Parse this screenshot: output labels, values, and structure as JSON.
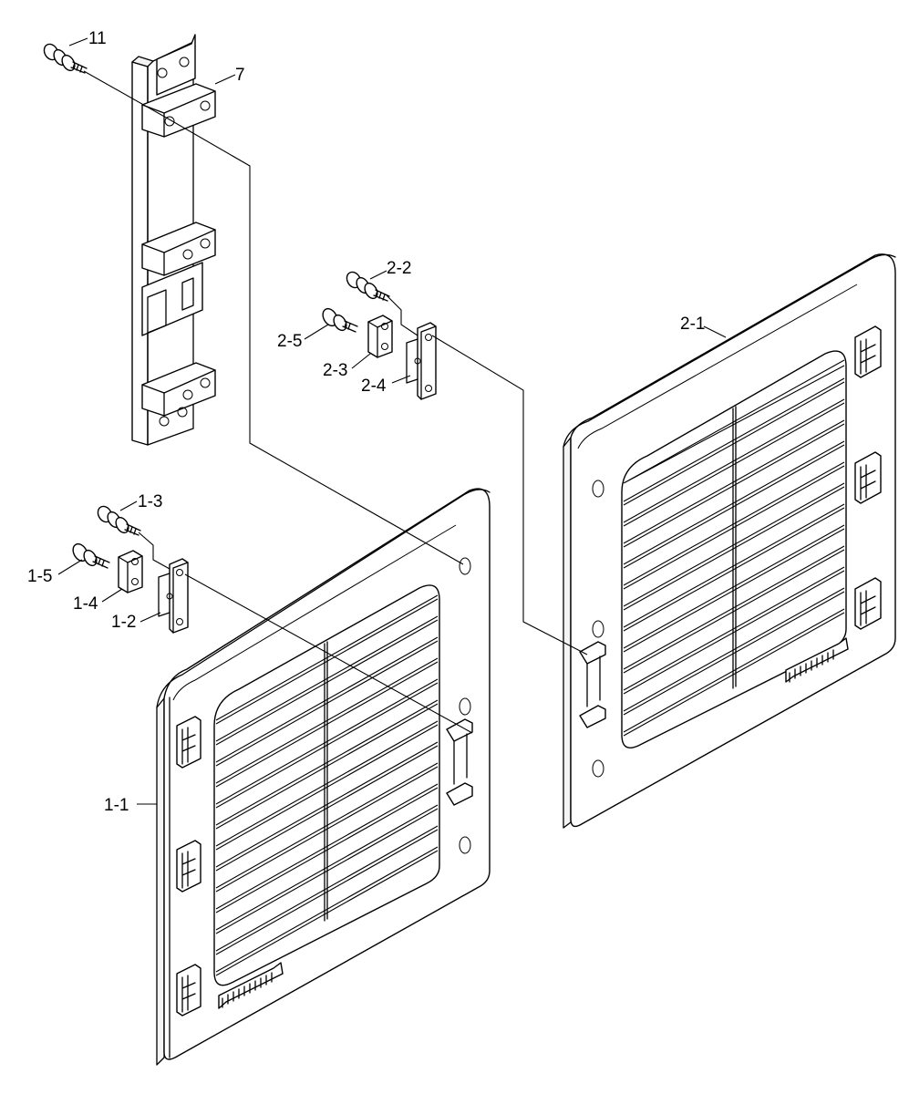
{
  "labels": {
    "p11": "11",
    "p7": "7",
    "p2_2": "2-2",
    "p2_1": "2-1",
    "p2_5": "2-5",
    "p2_3": "2-3",
    "p2_4": "2-4",
    "p1_3": "1-3",
    "p1_5": "1-5",
    "p1_4": "1-4",
    "p1_2": "1-2",
    "p1_1": "1-1"
  }
}
